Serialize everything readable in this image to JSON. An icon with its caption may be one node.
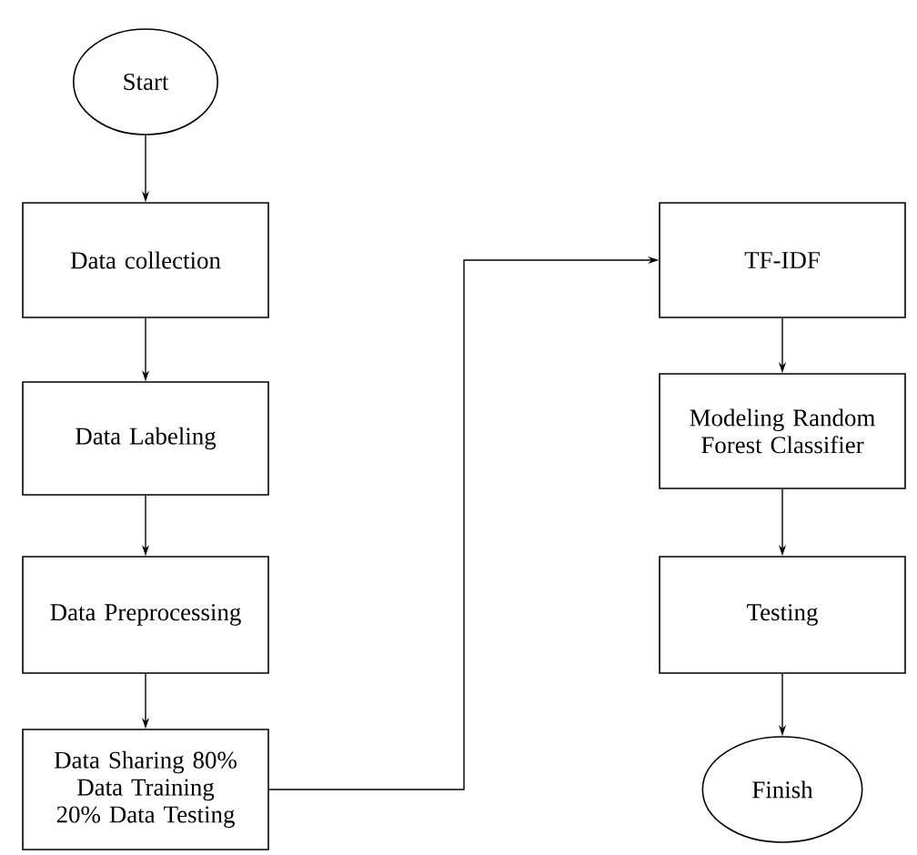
{
  "diagram": {
    "nodes": [
      {
        "text": [
          "Start"
        ]
      },
      {
        "text": [
          "Data collection"
        ]
      },
      {
        "text": [
          "Data Labeling"
        ]
      },
      {
        "text": [
          "Data Preprocessing"
        ]
      },
      {
        "text": [
          "Data Sharing 80% Data Training 20% Data Testing"
        ]
      },
      {
        "text": [
          "TF-IDF"
        ]
      },
      {
        "text": [
          "Modeling Random Forest Classifier"
        ]
      },
      {
        "text": [
          "Testing"
        ]
      },
      {
        "text": [
          "Finish"
        ]
      }
    ],
    "edges": [
      {
        "from": 0,
        "to": 1,
        "arrow": "to"
      },
      {
        "from": 1,
        "to": 2,
        "arrow": "to"
      },
      {
        "from": 2,
        "to": 3,
        "arrow": "to"
      },
      {
        "from": 3,
        "to": 4,
        "arrow": "to"
      },
      {
        "from": 4,
        "to": 5,
        "arrow": "to"
      },
      {
        "from": 5,
        "to": 6,
        "arrow": "to"
      },
      {
        "from": 6,
        "to": 7,
        "arrow": "to"
      },
      {
        "from": 7,
        "to": 8,
        "arrow": "to"
      }
    ]
  }
}
